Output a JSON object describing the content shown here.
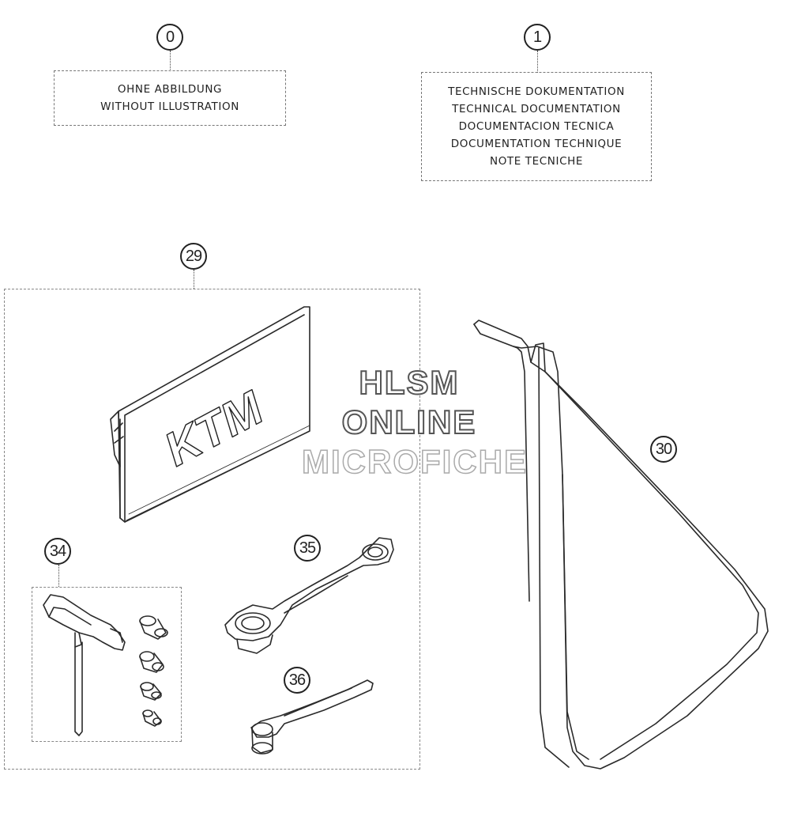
{
  "callouts": {
    "c0": "0",
    "c1": "1",
    "c29": "29",
    "c30": "30",
    "c34": "34",
    "c35": "35",
    "c36": "36"
  },
  "notes": {
    "without_illustration": [
      "OHNE ABBILDUNG",
      "WITHOUT ILLUSTRATION"
    ],
    "technical_documentation": [
      "TECHNISCHE DOKUMENTATION",
      "TECHNICAL DOCUMENTATION",
      "DOCUMENTACION TECNICA",
      "DOCUMENTATION TECHNIQUE",
      "NOTE TECNICHE"
    ]
  },
  "manual_logo": "KTM",
  "watermark": {
    "line1": "HLSM",
    "line2": "ONLINE",
    "line3": "MICROFICHE"
  }
}
